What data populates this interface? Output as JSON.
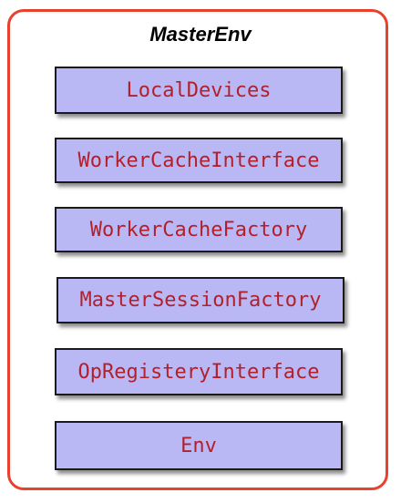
{
  "diagram": {
    "title": "MasterEnv",
    "components": [
      "LocalDevices",
      "WorkerCacheInterface",
      "WorkerCacheFactory",
      "MasterSessionFactory",
      "OpRegisteryInterface",
      "Env"
    ],
    "colors": {
      "frame_border": "#e8412c",
      "box_fill": "#b9b8f5",
      "box_text": "#b3202a"
    }
  }
}
